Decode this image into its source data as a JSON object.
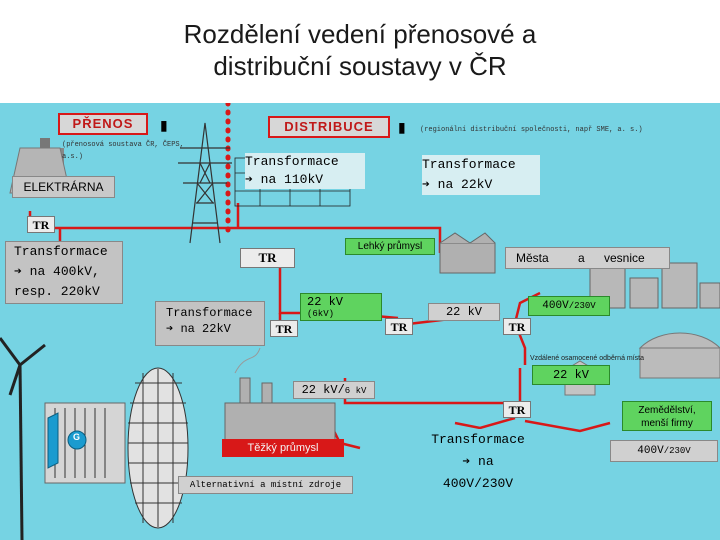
{
  "title": "Rozdělení vedení přenosové a distribuční soustavy v ČR",
  "labels": {
    "prenos": "PŘENOS",
    "prenos_sub": "(přenosová soustava ČR, ČEPS, a.s.)",
    "distribuce": "DISTRIBUCE",
    "distribuce_sub": "(regionální distribuční společnosti, např SME, a. s.)",
    "elektrarna": "ELEKTRÁRNA",
    "tr_top": "TR",
    "transf_400": "Transformace",
    "transf_400_b": "na 400kV,",
    "transf_400_c": "resp. 220kV",
    "transf_110_a": "Transformace",
    "transf_110_b": "na 110kV",
    "transf_22_top_a": "Transformace",
    "transf_22_top_b": "na 22kV",
    "tr_mid": "TR",
    "lehky": "Lehký průmysl",
    "mesta": "Města",
    "a": "a",
    "vesnice": "vesnice",
    "transf_22_mid_a": "Transformace",
    "transf_22_mid_b": "na 22kV",
    "kv22_6": "22 kV",
    "kv6_paren": "(6kV)",
    "kv22_b": "22 kV",
    "v400_230_a": "400V",
    "v400_230_a_small": "/230V",
    "tr_a": "TR",
    "tr_b": "TR",
    "tr_c": "TR",
    "vzdalene": "Vzdálené osamocené odběrná místa",
    "kv22_c": "22 kV",
    "kv22_6_low": "22 kV/",
    "kv22_6_low_small": "6 kV",
    "tr_d": "TR",
    "zemedelstvi_a": "Zemědělství,",
    "zemedelstvi_b": "menší firmy",
    "tezky": "Těžký průmysl",
    "transf_400_low_a": "Transformace",
    "transf_400_low_b": "na",
    "transf_400_low_c": "400V/230V",
    "v400_230_b": "400V",
    "v400_230_b_small": "/230V",
    "alternativni": "Alternativní a místní zdroje",
    "g": "G"
  },
  "colors": {
    "background": "#76d3e3",
    "line_red": "#d81818",
    "accent_green": "#5fd35f"
  }
}
